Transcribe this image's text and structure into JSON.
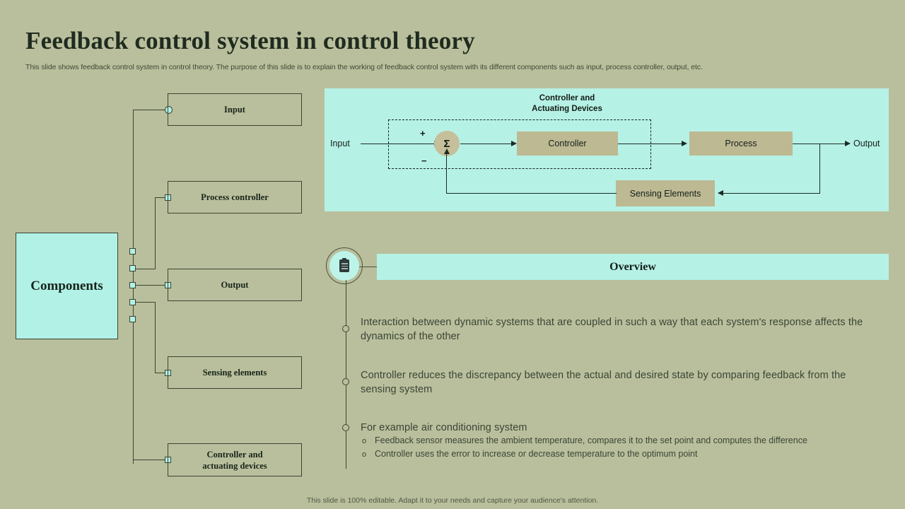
{
  "header": {
    "title": "Feedback control system in control theory",
    "subtitle": "This slide shows feedback control system in control theory. The purpose of this slide is to explain the working of feedback control system with its different components such as input, process controller, output, etc."
  },
  "components_tree": {
    "root_label": "Components",
    "items": [
      {
        "label": "Input"
      },
      {
        "label": "Process controller"
      },
      {
        "label": "Output"
      },
      {
        "label": "Sensing elements"
      },
      {
        "label": "Controller  and\nactuating  devices"
      }
    ]
  },
  "block_diagram": {
    "group_label": "Controller and\nActuating Devices",
    "input_label": "Input",
    "output_label": "Output",
    "sum_symbol": "Σ",
    "plus_sign": "+",
    "minus_sign": "−",
    "blocks": [
      {
        "label": "Controller"
      },
      {
        "label": "Process"
      },
      {
        "label": "Sensing Elements"
      }
    ]
  },
  "overview": {
    "icon": "clipboard-icon",
    "heading": "Overview",
    "bullets": [
      {
        "text": "Interaction  between dynamic systems that are coupled in such a way that each system's response affects the dynamics of the  other",
        "sub": []
      },
      {
        "text": "Controller reduces the discrepancy between the actual and desired state by comparing feedback from the sensing system",
        "sub": []
      },
      {
        "text": "For example air conditioning system",
        "sub": [
          "Feedback sensor measures the ambient temperature, compares it to the set point and computes the difference",
          "Controller uses the error to increase or decrease temperature to the optimum point"
        ]
      }
    ],
    "sub_marker": "o"
  },
  "footer": {
    "text": "This slide is 100% editable.  Adapt it to your needs and capture your audience's attention."
  },
  "colors": {
    "background": "#b9bf9c",
    "teal": "#b6f1e6",
    "khaki_block": "#bdb993",
    "outline": "#3a4434",
    "text_dark": "#1f2b1f"
  }
}
